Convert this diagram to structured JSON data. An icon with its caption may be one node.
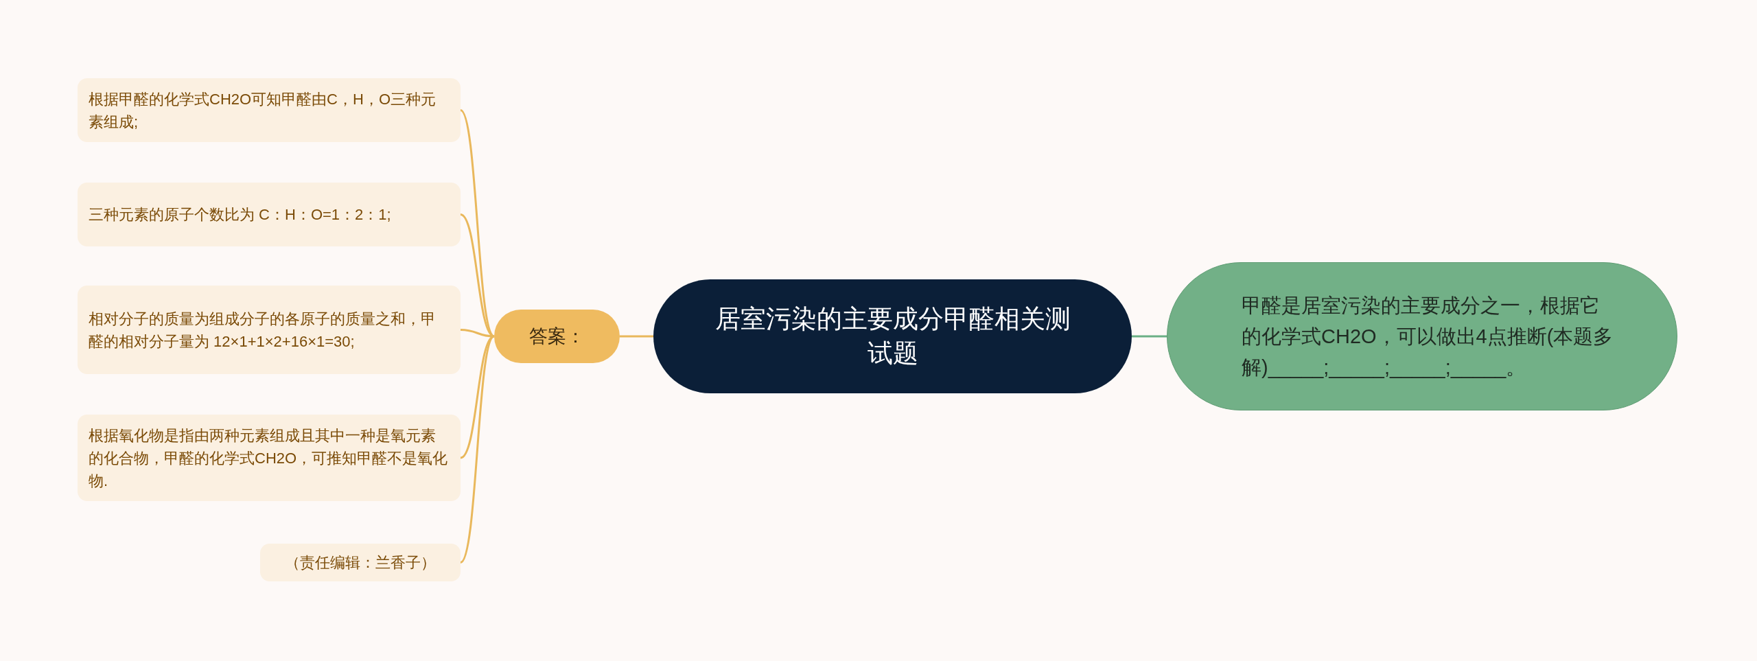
{
  "diagram": {
    "nodes": [
      {
        "text": [
          "居室污染的主要成分甲醛相关测试题"
        ]
      },
      {
        "text": [
          "答案："
        ]
      },
      {
        "text": [
          "根据甲醛的化学式CH2O可知甲醛由C，H，O三种元素组成;"
        ]
      },
      {
        "text": [
          "三种元素的原子个数比为 C：H：O=1：2：1;"
        ]
      },
      {
        "text": [
          "相对分子的质量为组成分子的各原子的质量之和，甲醛的相对分子量为 12×1+1×2+16×1=30;"
        ]
      },
      {
        "text": [
          "根据氧化物是指由两种元素组成且其中一种是氧元素的化合物，甲醛的化学式CH2O，可推知甲醛不是氧化物."
        ]
      },
      {
        "text": [
          "（责任编辑：兰香子）"
        ]
      },
      {
        "text": [
          "甲醛是居室污染的主要成分之一，根据它的化学式CH2O，可以做出4点推断(本题多解)_____;_____;_____;_____。"
        ]
      }
    ],
    "edges": [
      {
        "from": 0,
        "to": 1,
        "arrow": "none"
      },
      {
        "from": 1,
        "to": 2,
        "arrow": "none"
      },
      {
        "from": 1,
        "to": 3,
        "arrow": "none"
      },
      {
        "from": 1,
        "to": 4,
        "arrow": "none"
      },
      {
        "from": 1,
        "to": 5,
        "arrow": "none"
      },
      {
        "from": 1,
        "to": 6,
        "arrow": "none"
      },
      {
        "from": 0,
        "to": 7,
        "arrow": "none",
        "color": "#6aaf85"
      }
    ]
  }
}
